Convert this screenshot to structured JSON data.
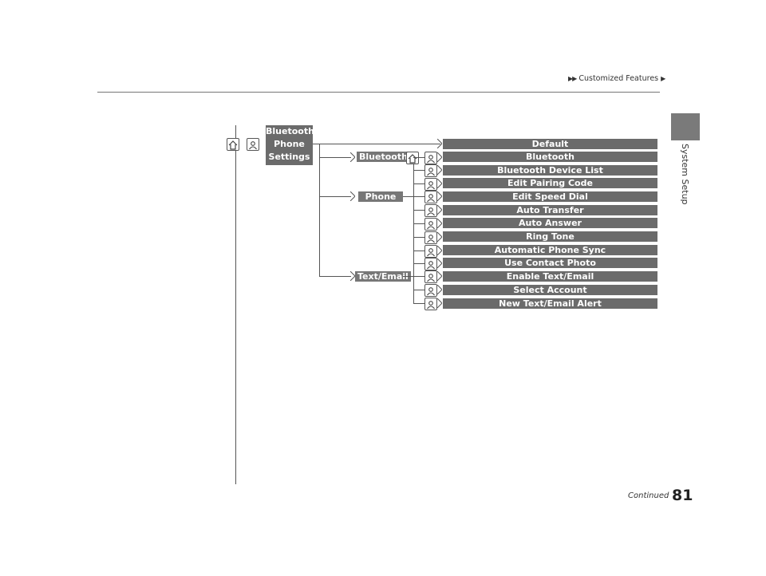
{
  "header": {
    "breadcrumb": "Customized Features",
    "section": "System Setup"
  },
  "menu": {
    "root_lines": [
      "Bluetooth/",
      "Phone",
      "Settings"
    ],
    "default_label": "Default",
    "groups": [
      {
        "label": "Bluetooth",
        "items": [
          "Bluetooth",
          "Bluetooth Device List",
          "Edit Pairing Code"
        ]
      },
      {
        "label": "Phone",
        "items": [
          "Edit Speed Dial",
          "Auto Transfer",
          "Auto Answer",
          "Ring Tone",
          "Automatic Phone Sync",
          "Use Contact Photo"
        ]
      },
      {
        "label": "Text/Email",
        "items": [
          "Enable Text/Email",
          "Select Account",
          "New Text/Email Alert"
        ]
      }
    ]
  },
  "footer": {
    "continued": "Continued",
    "page_number": "81"
  },
  "icons": {
    "home": "home-icon",
    "voice": "voice-command-icon"
  },
  "colors": {
    "bar_fill": "#6b6b6b",
    "side_block": "#7a7a7a"
  }
}
